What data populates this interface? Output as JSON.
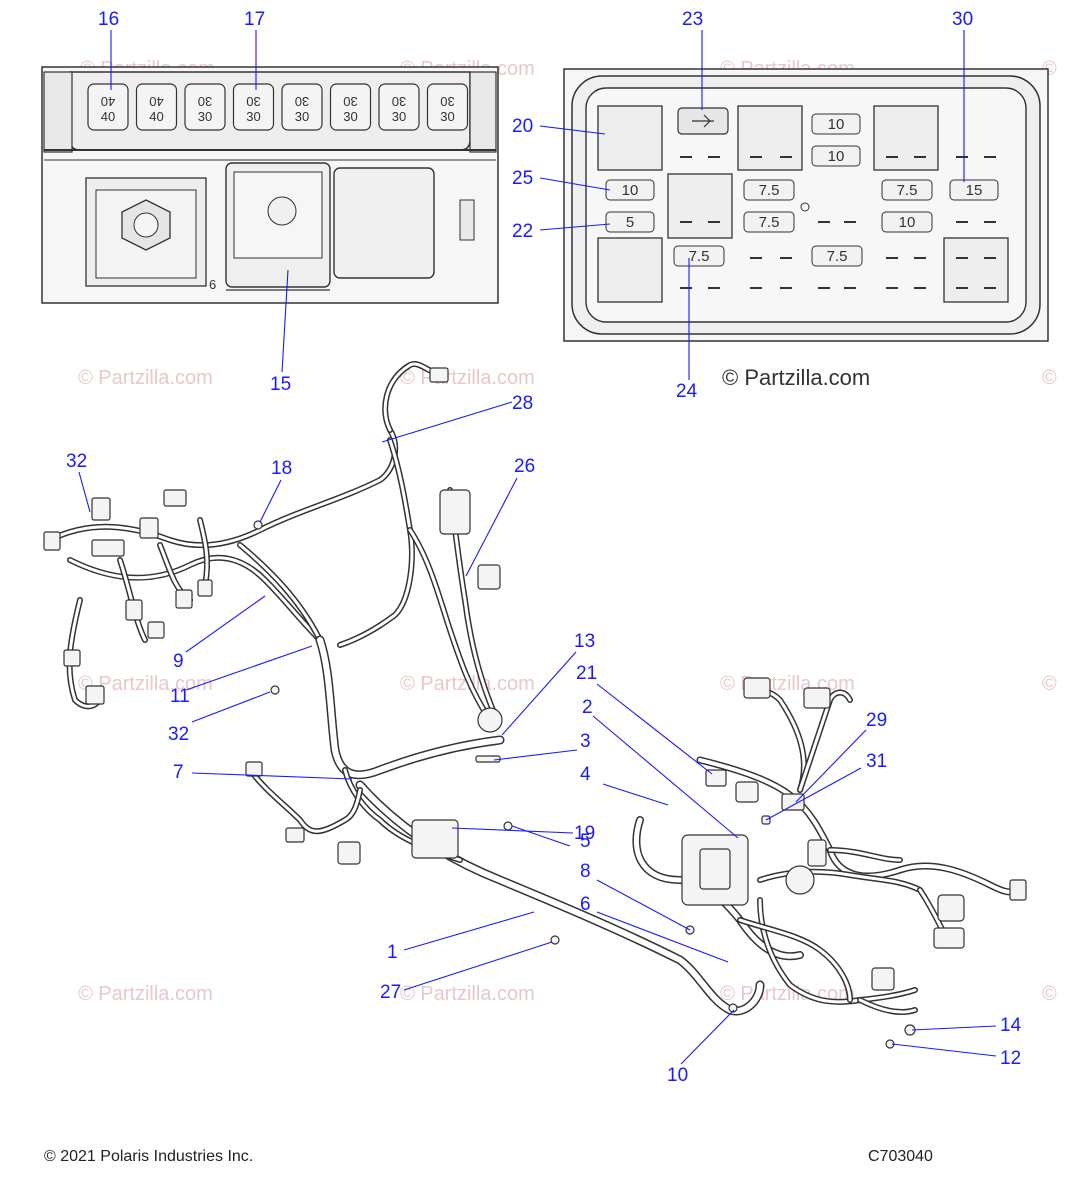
{
  "callouts": [
    {
      "id": "c16",
      "text": "16"
    },
    {
      "id": "c17",
      "text": "17"
    },
    {
      "id": "c23",
      "text": "23"
    },
    {
      "id": "c30",
      "text": "30"
    },
    {
      "id": "c20",
      "text": "20"
    },
    {
      "id": "c25",
      "text": "25"
    },
    {
      "id": "c22",
      "text": "22"
    },
    {
      "id": "c24",
      "text": "24"
    },
    {
      "id": "c15",
      "text": "15"
    },
    {
      "id": "c28",
      "text": "28"
    },
    {
      "id": "c26",
      "text": "26"
    },
    {
      "id": "c18",
      "text": "18"
    },
    {
      "id": "c32a",
      "text": "32"
    },
    {
      "id": "c9",
      "text": "9"
    },
    {
      "id": "c11",
      "text": "11"
    },
    {
      "id": "c32b",
      "text": "32"
    },
    {
      "id": "c13",
      "text": "13"
    },
    {
      "id": "c21",
      "text": "21"
    },
    {
      "id": "c2",
      "text": "2"
    },
    {
      "id": "c3",
      "text": "3"
    },
    {
      "id": "c29",
      "text": "29"
    },
    {
      "id": "c31",
      "text": "31"
    },
    {
      "id": "c7",
      "text": "7"
    },
    {
      "id": "c4",
      "text": "4"
    },
    {
      "id": "c19",
      "text": "19"
    },
    {
      "id": "c5",
      "text": "5"
    },
    {
      "id": "c8",
      "text": "8"
    },
    {
      "id": "c6",
      "text": "6"
    },
    {
      "id": "c1",
      "text": "1"
    },
    {
      "id": "c27",
      "text": "27"
    },
    {
      "id": "c14",
      "text": "14"
    },
    {
      "id": "c12",
      "text": "12"
    },
    {
      "id": "c10",
      "text": "10"
    }
  ],
  "left_box_fuses": [
    {
      "top": "40",
      "bottom": "40"
    },
    {
      "top": "40",
      "bottom": "40"
    },
    {
      "top": "30",
      "bottom": "30"
    },
    {
      "top": "30",
      "bottom": "30"
    },
    {
      "top": "30",
      "bottom": "30"
    },
    {
      "top": "30",
      "bottom": "30"
    },
    {
      "top": "30",
      "bottom": "30"
    },
    {
      "top": "30",
      "bottom": "30"
    }
  ],
  "left_box_marker": "6",
  "right_box_fuses": {
    "f1": "10",
    "f2": "10",
    "f3": "7.5",
    "f4": "7.5",
    "f5": "15",
    "f6": "10",
    "f7": "5",
    "f8": "7.5",
    "f9": "10",
    "f10": "7.5",
    "f11": "7.5"
  },
  "watermark": "© Partzilla.com",
  "watermark_small": "©",
  "watermark_main": "© Partzilla.com",
  "footer": {
    "copyright": "© 2021 Polaris Industries Inc.",
    "code": "C703040"
  },
  "colors": {
    "callout": "#1a1aff",
    "line": "#333333"
  }
}
